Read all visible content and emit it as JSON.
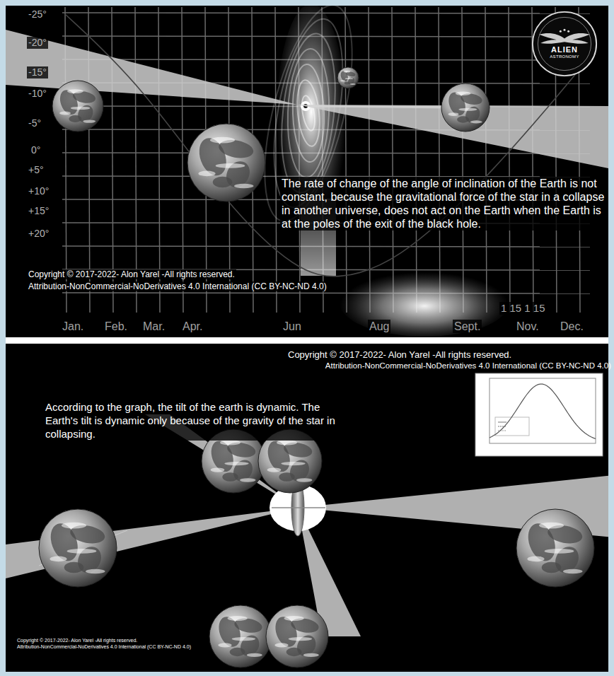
{
  "diagram": {
    "nodes": [
      {
        "text": [
          "ALIEN",
          "ASTRONOMY"
        ]
      }
    ],
    "labels": [
      "-25°",
      "-20°",
      "-15°",
      "-10°",
      "-5°",
      "0°",
      "+5°",
      "+10°",
      "+15°",
      "+20°",
      "Jan.",
      "Feb.",
      "Mar.",
      "Apr.",
      "Jun",
      "Aug",
      "Sept.",
      "Nov.",
      "Dec.",
      "1 15 1 15",
      "The rate of change of the angle of inclination of the Earth is not constant, because the gravitational force of the star in a collapse in another universe, does not act on the Earth when the Earth is at the poles of the exit of the black hole.",
      "Copyright © 2017-2022- Alon Yarel -All rights reserved.",
      "Attribution-NonCommercial-NoDerivatives 4.0 International (CC BY-NC-ND 4.0)",
      "Copyright © 2017-2022- Alon Yarel -All rights reserved.",
      "Attribution-NonCommercial-NoDerivatives 4.0 International (CC BY-NC-ND 4.0)",
      "According to the graph, the tilt of the earth is dynamic. The Earth's tilt is dynamic only because of the gravity of the star in collapsing.",
      "Copyright © 2017-2022- Alon Yarel -All rights reserved.",
      "Attribution-NonCommercial-NoDerivatives 4.0 International (CC BY-NC-ND 4.0)"
    ]
  }
}
